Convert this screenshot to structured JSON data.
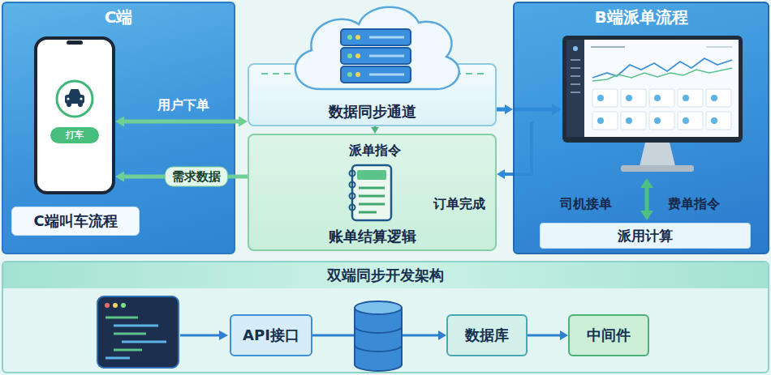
{
  "diagram": {
    "nodes": [
      {
        "text": [
          "C端"
        ]
      },
      {
        "text": [
          "打车"
        ],
        "in": 0
      },
      {
        "text": [
          "C端叫车流程"
        ],
        "in": 0
      },
      {
        "text": [
          "数据同步通道"
        ]
      },
      {
        "text": [
          "账单结算逻辑"
        ]
      },
      {
        "text": [
          "B端派单流程"
        ]
      },
      {
        "text": [
          "派用计算"
        ],
        "in": 5
      },
      {
        "text": [
          "双端同步开发架构"
        ]
      },
      {
        "text": [
          "API接口"
        ],
        "in": 7
      },
      {
        "text": [
          "数据库"
        ],
        "in": 7
      },
      {
        "text": [
          "中间件"
        ],
        "in": 7
      }
    ],
    "edges": [
      {
        "from": 1,
        "to": 3,
        "label": "用户下单",
        "arrow": "both"
      },
      {
        "from": 4,
        "to": 1,
        "label": "需求数据",
        "arrow": "to"
      },
      {
        "from": 3,
        "to": 4,
        "label": "派单指令",
        "arrow": "to"
      },
      {
        "from": 3,
        "to": 5,
        "arrow": "to"
      },
      {
        "from": 5,
        "to": 4,
        "label": "订单完成",
        "arrow": "to"
      },
      {
        "from": 8,
        "to": 9,
        "arrow": "to"
      },
      {
        "from": 9,
        "to": 10,
        "arrow": "to"
      }
    ],
    "labels": [
      "司机接单",
      "费单指令"
    ]
  }
}
